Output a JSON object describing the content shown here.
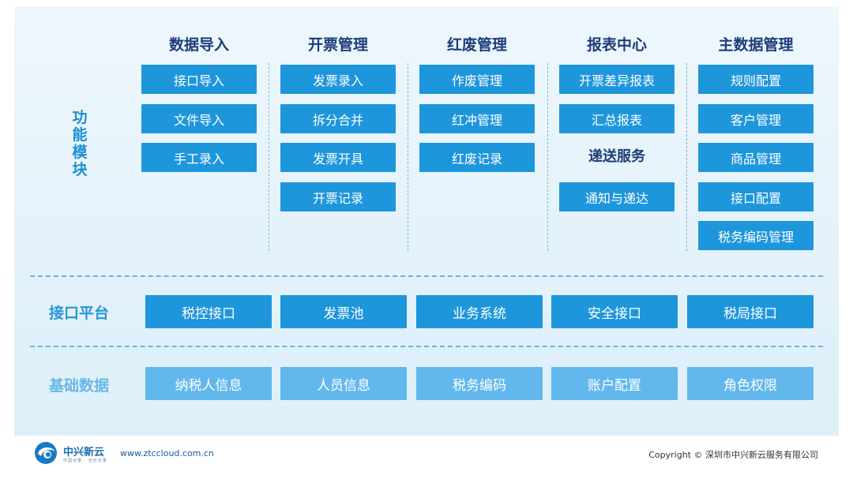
{
  "columns": [
    {
      "heading": "数据导入",
      "items": [
        "接口导入",
        "文件导入",
        "手工录入"
      ]
    },
    {
      "heading": "开票管理",
      "items": [
        "发票录入",
        "拆分合并",
        "发票开具",
        "开票记录"
      ]
    },
    {
      "heading": "红废管理",
      "items": [
        "作废管理",
        "红冲管理",
        "红废记录"
      ]
    },
    {
      "heading": "报表中心",
      "items": [
        "开票差异报表",
        "汇总报表"
      ],
      "subheading": "递送服务",
      "sub_items": [
        "通知与递达"
      ]
    },
    {
      "heading": "主数据管理",
      "items": [
        "规则配置",
        "客户管理",
        "商品管理",
        "接口配置",
        "税务编码管理"
      ]
    }
  ],
  "function_label": [
    "功",
    "能",
    "模",
    "块"
  ],
  "interface_platform": {
    "label": "接口平台",
    "items": [
      "税控接口",
      "发票池",
      "业务系统",
      "安全接口",
      "税局接口"
    ]
  },
  "base_data": {
    "label": "基础数据",
    "items": [
      "纳税人信息",
      "人员信息",
      "税务编码",
      "账户配置",
      "角色权限"
    ]
  },
  "footer": {
    "logo_text": "中兴新云",
    "logo_sub": "中国记录 · 全价记录",
    "url": "www.ztccloud.com.cn",
    "copyright": "Copyright © 深圳市中兴新云服务有限公司"
  },
  "colors": {
    "button": "#1e96dc",
    "button_light": "#62b8ec",
    "heading": "#1d3c7a",
    "label": "#2596d6"
  }
}
